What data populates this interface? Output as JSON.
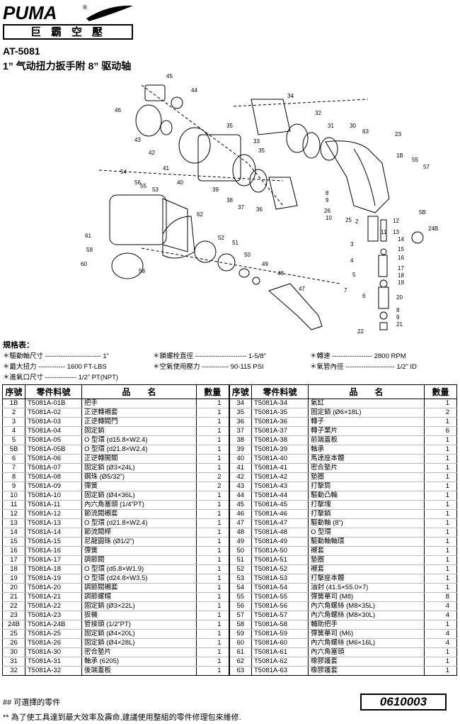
{
  "brand": {
    "name": "PUMA",
    "reg": "®",
    "subtitle": "巨霸空壓"
  },
  "model": "AT-5081",
  "title": "1” 气动扭力扳手附 8” 驱动轴",
  "diagram_labels": [
    "45",
    "44",
    "46",
    "43",
    "42",
    "41",
    "40",
    "39",
    "38",
    "37",
    "36",
    "35",
    "34",
    "33",
    "32",
    "31",
    "30",
    "63",
    "23",
    "1B",
    "55",
    "57",
    "54",
    "56",
    "55",
    "53",
    "62",
    "52",
    "51",
    "50",
    "49",
    "48",
    "47",
    "61",
    "59",
    "60",
    "58",
    "8",
    "9",
    "26",
    "10",
    "25",
    "2",
    "12",
    "11",
    "13",
    "14",
    "15",
    "16",
    "17",
    "18",
    "19",
    "20",
    "3",
    "4",
    "5",
    "6",
    "7",
    "9",
    "21",
    "22",
    "5B",
    "24B"
  ],
  "specs_label": "規格表：",
  "specs": [
    {
      "label": "＊驅動軸尺寸 ------------------------- 1”"
    },
    {
      "label": "＊鎖螺栓直徑 ----------------------- 1-5/8”"
    },
    {
      "label": "＊轉速 ------------------ 2800 RPM"
    },
    {
      "label": "＊最大扭力 ------------ 1600 FT-LBS"
    },
    {
      "label": "＊空氣使用壓力 ------------ 90-115 PSI"
    },
    {
      "label": "＊氣管內徑 ---------------------- 1/2” ID"
    },
    {
      "label": "＊進氣口尺寸 -------------- 1/2” PT(NPT)"
    }
  ],
  "table_headers": {
    "no": "序號",
    "part": "零件料號",
    "name": "品　　名",
    "qty": "數量"
  },
  "parts_left": [
    [
      "1B",
      "T5081A-01B",
      "把手",
      "1"
    ],
    [
      "2",
      "T5081A-02",
      "正逆轉襯套",
      "1"
    ],
    [
      "3",
      "T5081A-03",
      "正逆轉閥門",
      "1"
    ],
    [
      "4",
      "T5081A-04",
      "固定銷",
      "1"
    ],
    [
      "5",
      "T5081A-05",
      "O 型環 (d15.8×W2.4)",
      "1"
    ],
    [
      "5B",
      "T5081A-05B",
      "O 型環 (d21.8×W2.4)",
      "1"
    ],
    [
      "6",
      "T5081A-06",
      "正逆轉開關",
      "1"
    ],
    [
      "7",
      "T5081A-07",
      "固定銷 (Ø3×24L)",
      "1"
    ],
    [
      "8",
      "T5081A-08",
      "鋼珠 (Ø5/32”)",
      "2"
    ],
    [
      "9",
      "T5081A-09",
      "彈簧",
      "2"
    ],
    [
      "10",
      "T5081A-10",
      "固定銷 (Ø4×36L)",
      "1"
    ],
    [
      "11",
      "T5081A-11",
      "內六角塞頭 (1/4”PT)",
      "1"
    ],
    [
      "12",
      "T5081A-12",
      "節流閥襯套",
      "1"
    ],
    [
      "13",
      "T5081A-13",
      "O 型環 (d21.8×W2.4)",
      "1"
    ],
    [
      "14",
      "T5081A-14",
      "節流閥桿",
      "1"
    ],
    [
      "15",
      "T5081A-15",
      "尼龍圓珠 (Ø1/2”)",
      "1"
    ],
    [
      "16",
      "T5081A-16",
      "彈簧",
      "1"
    ],
    [
      "17",
      "T5081A-17",
      "調節閥",
      "1"
    ],
    [
      "18",
      "T5081A-18",
      "O 型環 (d5.8×W1.9)",
      "1"
    ],
    [
      "19",
      "T5081A-19",
      "O 型環 (d24.8×W3.5)",
      "1"
    ],
    [
      "20",
      "T5081A-20",
      "調節閥襯套",
      "1"
    ],
    [
      "21",
      "T5081A-21",
      "調節螺帽",
      "1"
    ],
    [
      "22",
      "T5081A-22",
      "固定銷 (Ø3×22L)",
      "1"
    ],
    [
      "23",
      "T5081A-23",
      "扳機",
      "1"
    ],
    [
      "24B",
      "T5081A-24B",
      "管接頭 (1/2”PT)",
      "1"
    ],
    [
      "25",
      "T5081A-25",
      "固定銷 (Ø4×20L)",
      "1"
    ],
    [
      "26",
      "T5081A-26",
      "固定銷 (Ø4×28L)",
      "1"
    ],
    [
      "30",
      "T5081A-30",
      "密合墊片",
      "1"
    ],
    [
      "31",
      "T5081A-31",
      "軸承 (6205)",
      "1"
    ],
    [
      "32",
      "T5081A-32",
      "後端蓋板",
      "1"
    ]
  ],
  "parts_right": [
    [
      "34",
      "T5081A-34",
      "氣缸",
      "1"
    ],
    [
      "35",
      "T5081A-35",
      "固定銷 (Ø6×18L)",
      "2"
    ],
    [
      "36",
      "T5081A-36",
      "轉子",
      "1"
    ],
    [
      "37",
      "T5081A-37",
      "轉子葉片",
      "6"
    ],
    [
      "38",
      "T5081A-38",
      "前端蓋板",
      "1"
    ],
    [
      "39",
      "T5081A-39",
      "軸承",
      "1"
    ],
    [
      "40",
      "T5081A-40",
      "馬達座本體",
      "1"
    ],
    [
      "41",
      "T5081A-41",
      "密合墊片",
      "1"
    ],
    [
      "42",
      "T5081A-42",
      "墊圈",
      "1"
    ],
    [
      "43",
      "T5081A-43",
      "打擊筒",
      "1"
    ],
    [
      "44",
      "T5081A-44",
      "驅動凸輪",
      "1"
    ],
    [
      "45",
      "T5081A-45",
      "打擊塊",
      "1"
    ],
    [
      "46",
      "T5081A-46",
      "打擊銷",
      "1"
    ],
    [
      "47",
      "T5081A-47",
      "驅動軸 (8”)",
      "1"
    ],
    [
      "48",
      "T5081A-48",
      "O 型環",
      "1"
    ],
    [
      "49",
      "T5081A-49",
      "驅動軸軸環",
      "1"
    ],
    [
      "50",
      "T5081A-50",
      "襯套",
      "1"
    ],
    [
      "51",
      "T5081A-51",
      "墊圈",
      "1"
    ],
    [
      "52",
      "T5081A-52",
      "襯套",
      "1"
    ],
    [
      "53",
      "T5081A-53",
      "打擊座本體",
      "1"
    ],
    [
      "54",
      "T5081A-54",
      "油封 (41.5×55.0×7)",
      "1"
    ],
    [
      "55",
      "T5081A-55",
      "彈簧華司 (M8)",
      "8"
    ],
    [
      "56",
      "T5081A-56",
      "內六角螺絲 (M8×35L)",
      "4"
    ],
    [
      "57",
      "T5081A-57",
      "內六角螺絲 (M8×30L)",
      "4"
    ],
    [
      "58",
      "T5081A-58",
      "輔助把手",
      "1"
    ],
    [
      "59",
      "T5081A-59",
      "彈簧華司 (M6)",
      "4"
    ],
    [
      "60",
      "T5081A-60",
      "內六角螺絲 (M6×16L)",
      "4"
    ],
    [
      "61",
      "T5081A-61",
      "內六角塞頭",
      "1"
    ],
    [
      "62",
      "T5081A-62",
      "橡膠護套",
      "1"
    ],
    [
      "63",
      "T5081A-63",
      "橡膠護套",
      "1"
    ]
  ],
  "footnote_optional": "## 可選擇的零件",
  "footnote_advice": "** 為了使工具達到最大效率及壽命,建議使用整組的零件修理包來維修.",
  "doc_number": "0610003"
}
